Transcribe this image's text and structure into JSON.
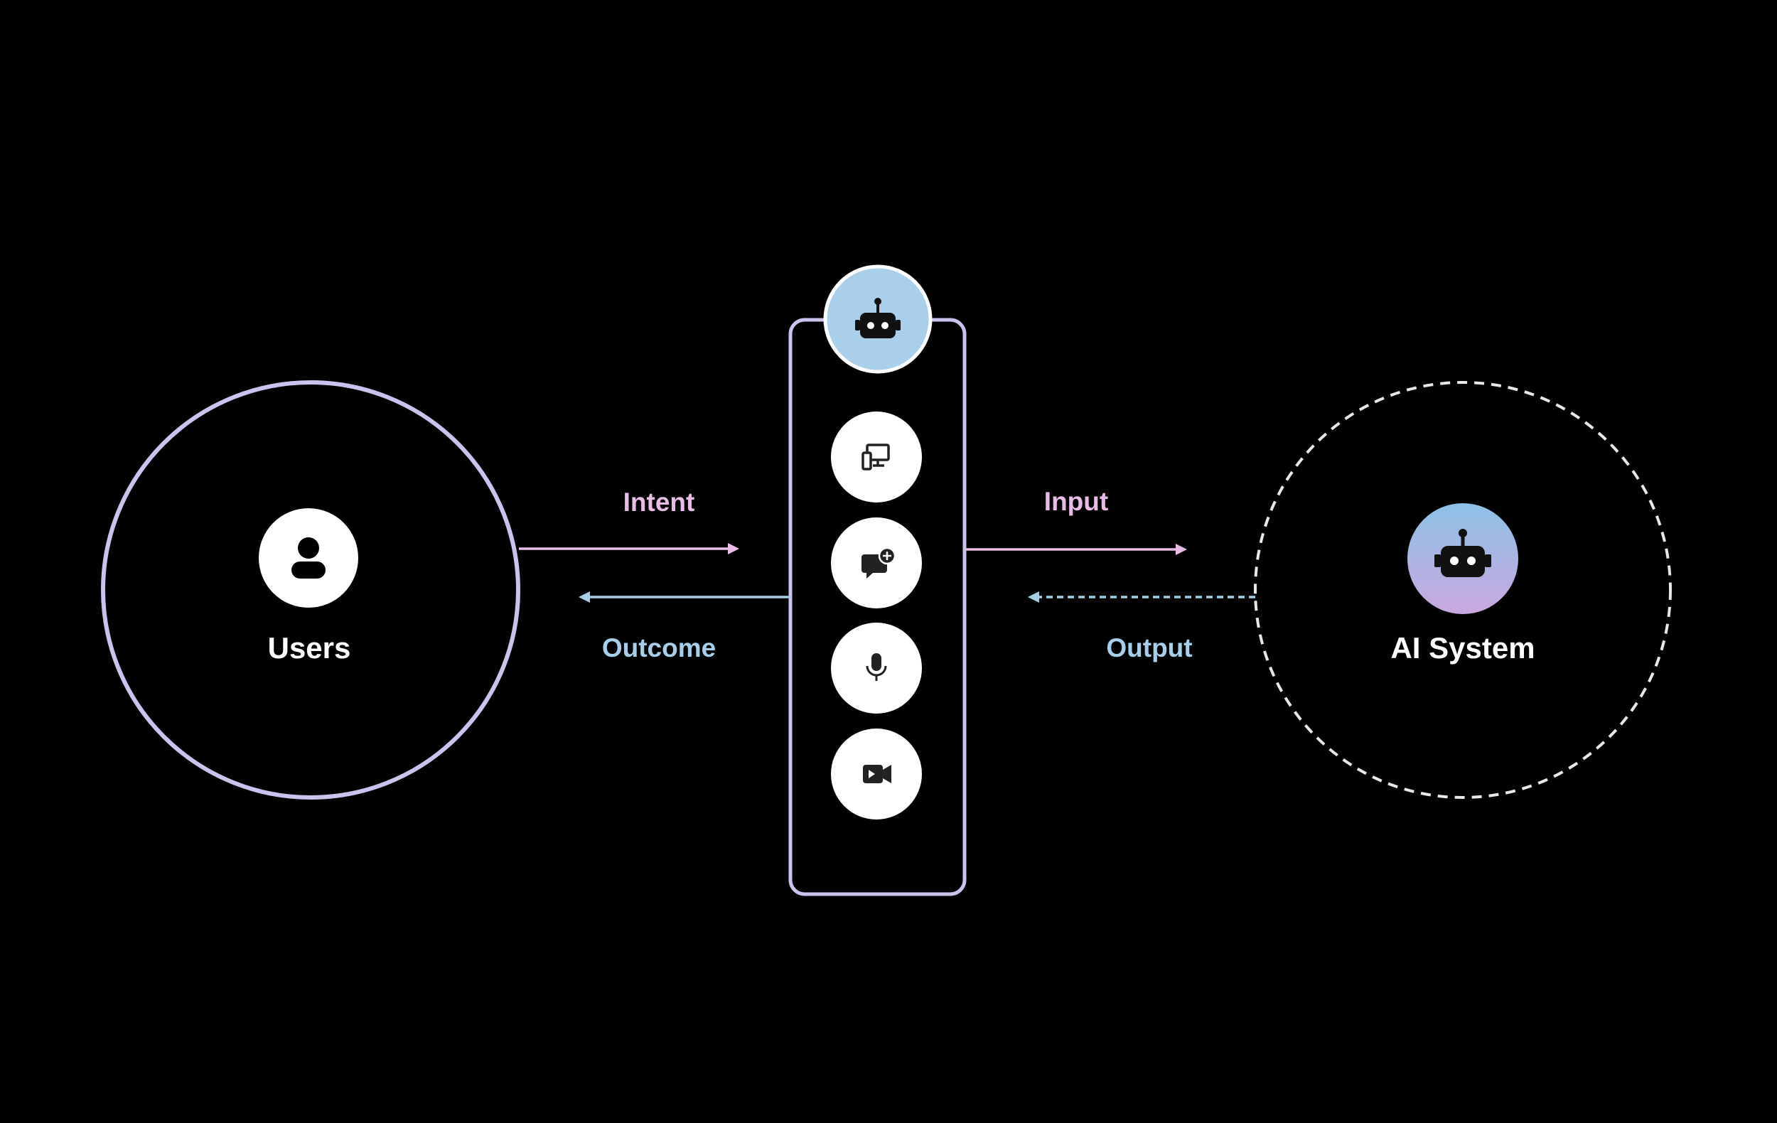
{
  "users": {
    "label": "Users",
    "icon": "user-icon"
  },
  "ai_system": {
    "label": "AI System",
    "icon": "robot-icon"
  },
  "interface": {
    "header_icon": "robot-icon",
    "channels": [
      {
        "name": "devices",
        "icon": "devices-icon"
      },
      {
        "name": "chat",
        "icon": "chat-add-icon"
      },
      {
        "name": "voice",
        "icon": "microphone-icon"
      },
      {
        "name": "video",
        "icon": "video-icon"
      }
    ]
  },
  "flows": {
    "intent": "Intent",
    "outcome": "Outcome",
    "input": "Input",
    "output": "Output"
  },
  "colors": {
    "background": "#000000",
    "outline": "#c9c3ee",
    "pink_arrow": "#e7bde6",
    "blue_arrow": "#a7cfea",
    "robot_badge": "#a9cfea",
    "ai_gradient_top": "#8ec1e6",
    "ai_gradient_bottom": "#c9a8e0",
    "dashed_circle": "#e8e8e8"
  }
}
